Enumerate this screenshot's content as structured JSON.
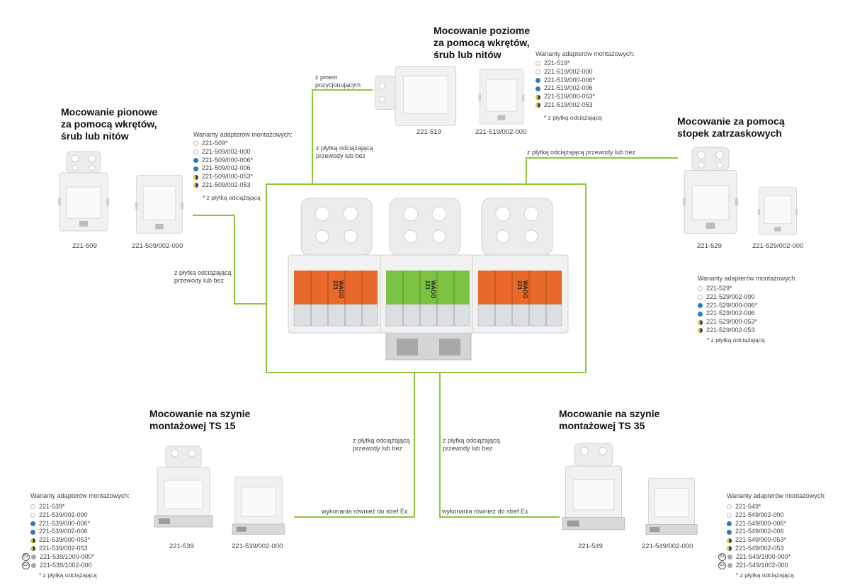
{
  "colors": {
    "accent_green": "#8cc63f",
    "orange": "#e8692a",
    "green": "#7cc242",
    "blue_dot": "#2b7db6",
    "yellow_half": "#e6c52a"
  },
  "legend_dot_types": [
    "white",
    "blue",
    "half",
    "gray",
    "ex"
  ],
  "variants_heading": "Warianty adapterów montażowych:",
  "footnote": "* z płytką odciążającą",
  "sections": {
    "vertical": {
      "title": "Mocowanie pionowe\nza pomocą wkrętów,\nśrub lub nitów",
      "products": [
        "221-509",
        "221-509/002-000"
      ],
      "variants": [
        {
          "dot": "white",
          "code": "221-509*"
        },
        {
          "dot": "white",
          "code": "221-509/002-000"
        },
        {
          "dot": "blue",
          "code": "221-509/000-006*"
        },
        {
          "dot": "blue",
          "code": "221-509/002-006"
        },
        {
          "dot": "half",
          "code": "221-509/000-053*"
        },
        {
          "dot": "half",
          "code": "221-509/002-053"
        }
      ]
    },
    "horizontal": {
      "title": "Mocowanie poziome\nza pomocą wkrętów,\nśrub lub nitów",
      "products": [
        "221-519",
        "221-519/002-000"
      ],
      "variants": [
        {
          "dot": "white",
          "code": "221-519*"
        },
        {
          "dot": "white",
          "code": "221-519/002-000"
        },
        {
          "dot": "blue",
          "code": "221-519/000-006*"
        },
        {
          "dot": "blue",
          "code": "221-519/002-006"
        },
        {
          "dot": "half",
          "code": "221-519/000-053*"
        },
        {
          "dot": "half",
          "code": "221-519/002-053"
        }
      ]
    },
    "snap": {
      "title": "Mocowanie za pomocą\nstopek zatrzaskowych",
      "products": [
        "221-529",
        "221-529/002-000"
      ],
      "variants": [
        {
          "dot": "white",
          "code": "221-529*"
        },
        {
          "dot": "white",
          "code": "221-529/002-000"
        },
        {
          "dot": "blue",
          "code": "221-529/000-006*"
        },
        {
          "dot": "blue",
          "code": "221-529/002-006"
        },
        {
          "dot": "half",
          "code": "221-529/000-053*"
        },
        {
          "dot": "half",
          "code": "221-529/002-053"
        }
      ]
    },
    "ts15": {
      "title": "Mocowanie na szynie\nmontażowej TS 15",
      "products": [
        "221-539",
        "221-539/002-000"
      ],
      "variants": [
        {
          "dot": "white",
          "code": "221-539*"
        },
        {
          "dot": "white",
          "code": "221-539/002-000"
        },
        {
          "dot": "blue",
          "code": "221-539/000-006*"
        },
        {
          "dot": "blue",
          "code": "221-539/002-006"
        },
        {
          "dot": "half",
          "code": "221-539/000-053*"
        },
        {
          "dot": "half",
          "code": "221-539/002-053"
        },
        {
          "dot": "ex",
          "code": "221-539/1000-000*"
        },
        {
          "dot": "ex",
          "code": "221-539/1002-000"
        }
      ]
    },
    "ts35": {
      "title": "Mocowanie na szynie\nmontażowej TS 35",
      "products": [
        "221-549",
        "221-549/002-000"
      ],
      "variants": [
        {
          "dot": "white",
          "code": "221-549*"
        },
        {
          "dot": "white",
          "code": "221-549/002-000"
        },
        {
          "dot": "blue",
          "code": "221-549/000-006*"
        },
        {
          "dot": "blue",
          "code": "221-549/002-006"
        },
        {
          "dot": "half",
          "code": "221-549/000-053*"
        },
        {
          "dot": "half",
          "code": "221-549/002-053"
        },
        {
          "dot": "ex",
          "code": "221-549/1000-000*"
        },
        {
          "dot": "ex",
          "code": "221-549/1002-000"
        }
      ]
    }
  },
  "connector_labels": {
    "pin": "z pinem\npozycjonującym",
    "strain_top": "z płytką odciążającą\nprzewody lub bez",
    "strain_left": "z płytką odciążającą\nprzewody lub bez",
    "strain_right": "z płytką odciążającą przewody lub bez",
    "strain_bottom_left": "z płytką odciążającą\nprzewody lub bez",
    "strain_bottom_right": "z płytką odciążającą\nprzewody lub bez",
    "ex_left": "wykonania również do stref Ex",
    "ex_right": "wykonania również do stref Ex"
  },
  "center_product": {
    "brand": "WAGO",
    "model": "221",
    "modules": [
      "orange",
      "green",
      "orange"
    ]
  },
  "ex_symbol": "Ex"
}
